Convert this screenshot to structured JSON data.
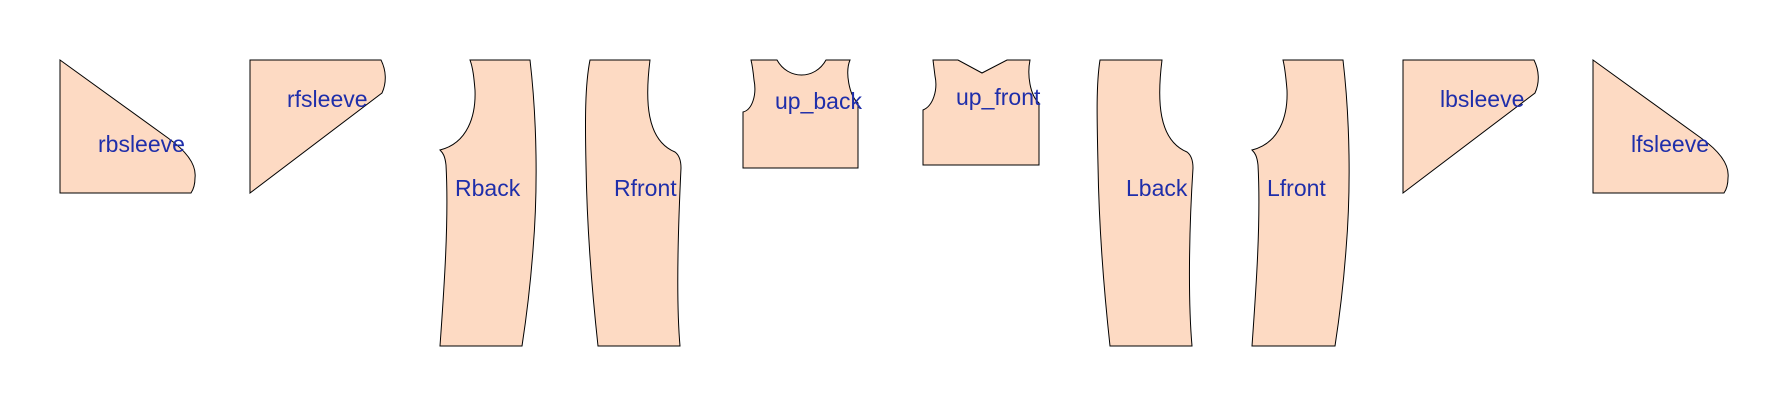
{
  "pattern": {
    "fill_color": "#FDDAC3",
    "label_color": "#1F2EAA",
    "pieces": [
      {
        "id": "rbsleeve",
        "label": "rbsleeve"
      },
      {
        "id": "rfsleeve",
        "label": "rfsleeve"
      },
      {
        "id": "rback",
        "label": "Rback"
      },
      {
        "id": "rfront",
        "label": "Rfront"
      },
      {
        "id": "up-back",
        "label": "up_back"
      },
      {
        "id": "up-front",
        "label": "up_front"
      },
      {
        "id": "lback",
        "label": "Lback"
      },
      {
        "id": "lfront",
        "label": "Lfront"
      },
      {
        "id": "lbsleeve",
        "label": "lbsleeve"
      },
      {
        "id": "lfsleeve",
        "label": "lfsleeve"
      }
    ]
  }
}
